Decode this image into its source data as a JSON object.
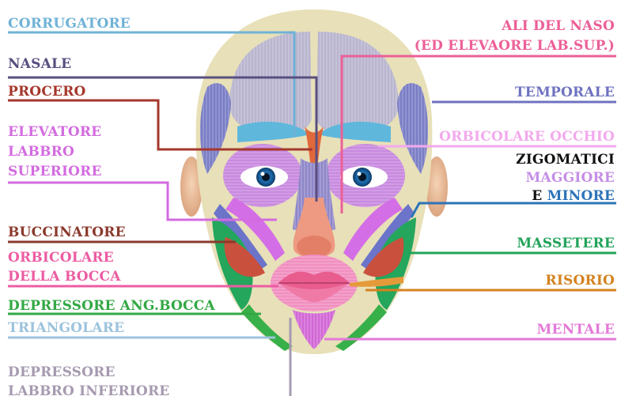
{
  "labels": {
    "corrugatore": "CORRUGATORE",
    "nasale": "NASALE",
    "procero": "PROCERO",
    "elevatore_1": "ELEVATORE",
    "elevatore_2": "LABBRO",
    "elevatore_3": "SUPERIORE",
    "buccinatore": "BUCCINATORE",
    "orbicolare_bocca_1": "ORBICOLARE",
    "orbicolare_bocca_2": "DELLA BOCCA",
    "depressore_ang": "DEPRESSORE ANG.BOCCA",
    "triangolare": "TRIANGOLARE",
    "depressore_inf_1": "DEPRESSORE",
    "depressore_inf_2": "LABBRO INFERIORE",
    "ali_naso_1": "ALI DEL NASO",
    "ali_naso_2": "(ED ELEVAORE LAB.SUP.)",
    "temporale": "TEMPORALE",
    "orbicolare_occhio": "ORBICOLARE OCCHIO",
    "zigomatici": "ZIGOMATICI",
    "maggiore": "MAGGIORE",
    "e": "E",
    "minore": "MINORE",
    "massetere": "MASSETERE",
    "risorio": "RISORIO",
    "mentale": "MENTALE"
  },
  "colors": {
    "corrugatore": "#6fb2d6",
    "nasale": "#5a4f80",
    "procero": "#a5372b",
    "elevatore": "#d36be0",
    "buccinatore": "#8b3a2c",
    "orbicolare_bocca": "#ec5ca2",
    "depressore_ang": "#32a843",
    "triangolare": "#9cc3dc",
    "depressore_inf": "#a69ab0",
    "ali_naso": "#ec5f97",
    "temporale": "#6f72c0",
    "orbicolare_occhio": "#f2a9ec",
    "zigomatici": "#111111",
    "maggiore": "#c58ee6",
    "minore": "#2d74b8",
    "massetere": "#22a35a",
    "risorio": "#d4821f",
    "mentale": "#e37ad9"
  }
}
